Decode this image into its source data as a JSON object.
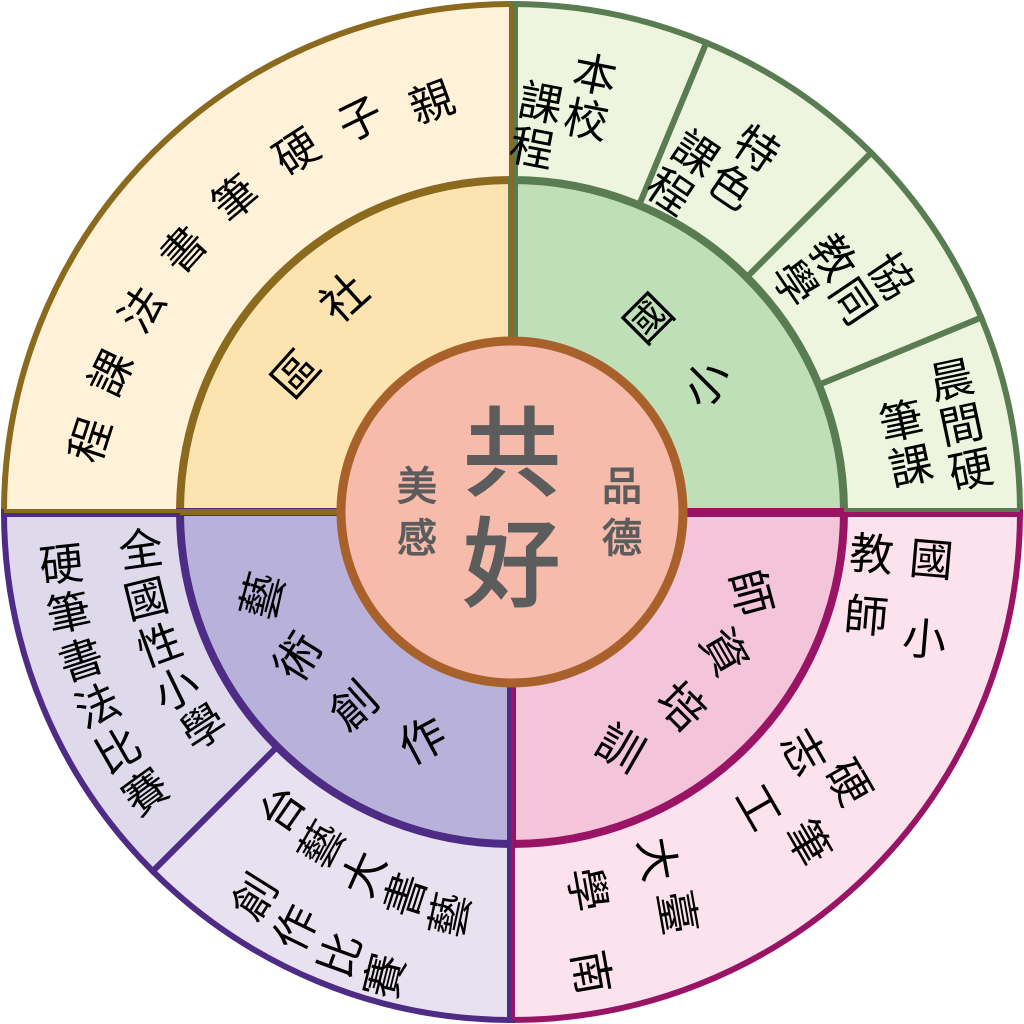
{
  "center": {
    "title_line1": "共",
    "title_line2": "好",
    "left_line1": "美",
    "left_line2": "感",
    "right_line1": "品",
    "right_line2": "德",
    "fill": "#F6BBAA",
    "stroke": "#A8612A"
  },
  "quadrants": {
    "top_left": {
      "inner_label": [
        "社",
        "區"
      ],
      "inner_fill": "#FCE3B0",
      "outer_fill": "#FFF2D9",
      "stroke": "#8B6A1E",
      "outer_segments": [
        {
          "label": [
            "親",
            "子",
            "硬",
            "筆",
            "書",
            "法",
            "課",
            "程"
          ]
        }
      ]
    },
    "top_right": {
      "inner_label": [
        "國",
        "小"
      ],
      "inner_fill": "#BEDFB8",
      "outer_fill": "#EDF5DE",
      "stroke": "#5A7C52",
      "outer_segments": [
        {
          "label_col1": [
            "本",
            "校"
          ],
          "label_col2": [
            "課",
            "程"
          ]
        },
        {
          "label_col1": [
            "特",
            "色"
          ],
          "label_col2": [
            "課",
            "程"
          ]
        },
        {
          "label_col1": [
            "協",
            "同"
          ],
          "label_col2": [
            "教",
            "學"
          ]
        },
        {
          "label_col1": [
            "晨",
            "間",
            "硬"
          ],
          "label_col2": [
            "筆",
            "課"
          ]
        }
      ]
    },
    "bottom_right": {
      "inner_label": [
        "師",
        "資",
        "培",
        "訓"
      ],
      "inner_fill": "#F4C4DA",
      "outer_fill": "#FBE2EC",
      "stroke": "#9A1466",
      "outer_segments": [
        {
          "group1_col1": [
            "國",
            "小"
          ],
          "group1_col2": [
            "教",
            "師"
          ],
          "group2": [
            "硬",
            "筆",
            "志",
            "工"
          ],
          "group3_col1": [
            "臺",
            "南"
          ],
          "group3_col2": [
            "大",
            "學"
          ]
        }
      ]
    },
    "bottom_left": {
      "inner_label": [
        "藝",
        "術",
        "創",
        "作"
      ],
      "inner_fill": "#B8B2DA",
      "outer_fill_a": "#DEDAEC",
      "outer_fill_b": "#E8E2F0",
      "stroke": "#4E2C86",
      "outer_segments": [
        {
          "label_col1": [
            "全",
            "國",
            "性",
            "小",
            "學"
          ],
          "label_col2": [
            "硬",
            "筆",
            "書",
            "法",
            "比",
            "賽"
          ]
        },
        {
          "label_col1": [
            "台",
            "藝",
            "大",
            "書",
            "藝"
          ],
          "label_col2": [
            "創",
            "作",
            "比",
            "賽"
          ]
        }
      ]
    }
  }
}
